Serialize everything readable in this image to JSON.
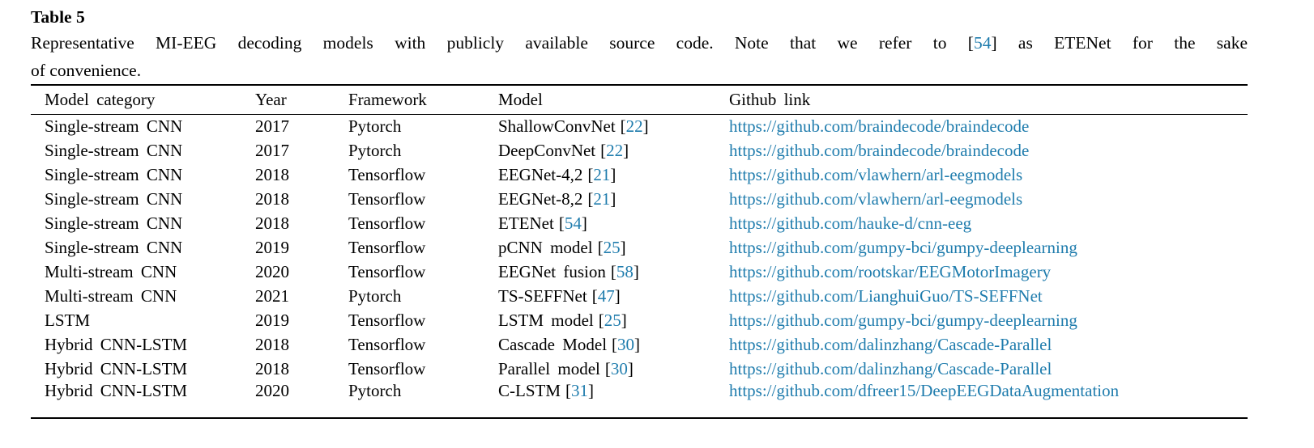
{
  "table_label": "Table 5",
  "caption": {
    "line1_part1": "Representative MI-EEG decoding models with publicly available source code. Note that we refer to ",
    "cite_open": "[",
    "cite_num": "54",
    "cite_close": "]",
    "line1_part2": " as ETENet for the sake",
    "line2": "of convenience."
  },
  "citation_brackets": {
    "open": "[",
    "close": "]"
  },
  "colors": {
    "link_blue": "#1f7cad",
    "text": "#000000"
  },
  "table": {
    "headers": [
      "Model category",
      "Year",
      "Framework",
      "Model",
      "Github link"
    ],
    "rows": [
      {
        "category": "Single-stream CNN",
        "year": "2017",
        "framework": "Pytorch",
        "model": "ShallowConvNet",
        "cite": "22",
        "link": "https://github.com/braindecode/braindecode"
      },
      {
        "category": "Single-stream CNN",
        "year": "2017",
        "framework": "Pytorch",
        "model": "DeepConvNet",
        "cite": "22",
        "link": "https://github.com/braindecode/braindecode"
      },
      {
        "category": "Single-stream CNN",
        "year": "2018",
        "framework": "Tensorflow",
        "model": "EEGNet-4,2",
        "cite": "21",
        "link": "https://github.com/vlawhern/arl-eegmodels"
      },
      {
        "category": "Single-stream CNN",
        "year": "2018",
        "framework": "Tensorflow",
        "model": "EEGNet-8,2",
        "cite": "21",
        "link": "https://github.com/vlawhern/arl-eegmodels"
      },
      {
        "category": "Single-stream CNN",
        "year": "2018",
        "framework": "Tensorflow",
        "model": "ETENet",
        "cite": "54",
        "link": "https://github.com/hauke-d/cnn-eeg"
      },
      {
        "category": "Single-stream CNN",
        "year": "2019",
        "framework": "Tensorflow",
        "model": "pCNN model",
        "cite": "25",
        "link": "https://github.com/gumpy-bci/gumpy-deeplearning"
      },
      {
        "category": "Multi-stream CNN",
        "year": "2020",
        "framework": "Tensorflow",
        "model": "EEGNet fusion",
        "cite": "58",
        "link": "https://github.com/rootskar/EEGMotorImagery"
      },
      {
        "category": "Multi-stream CNN",
        "year": "2021",
        "framework": "Pytorch",
        "model": "TS-SEFFNet",
        "cite": "47",
        "link": "https://github.com/LianghuiGuo/TS-SEFFNet"
      },
      {
        "category": "LSTM",
        "year": "2019",
        "framework": "Tensorflow",
        "model": "LSTM model",
        "cite": "25",
        "link": "https://github.com/gumpy-bci/gumpy-deeplearning"
      },
      {
        "category": "Hybrid CNN-LSTM",
        "year": "2018",
        "framework": "Tensorflow",
        "model": "Cascade Model",
        "cite": "30",
        "link": "https://github.com/dalinzhang/Cascade-Parallel"
      },
      {
        "category": "Hybrid CNN-LSTM",
        "year": "2018",
        "framework": "Tensorflow",
        "model": "Parallel model",
        "cite": "30",
        "link": "https://github.com/dalinzhang/Cascade-Parallel"
      },
      {
        "category": "Hybrid CNN-LSTM",
        "year": "2020",
        "framework": "Pytorch",
        "model": "C-LSTM",
        "cite": "31",
        "link": "https://github.com/dfreer15/DeepEEGDataAugmentation"
      }
    ]
  }
}
